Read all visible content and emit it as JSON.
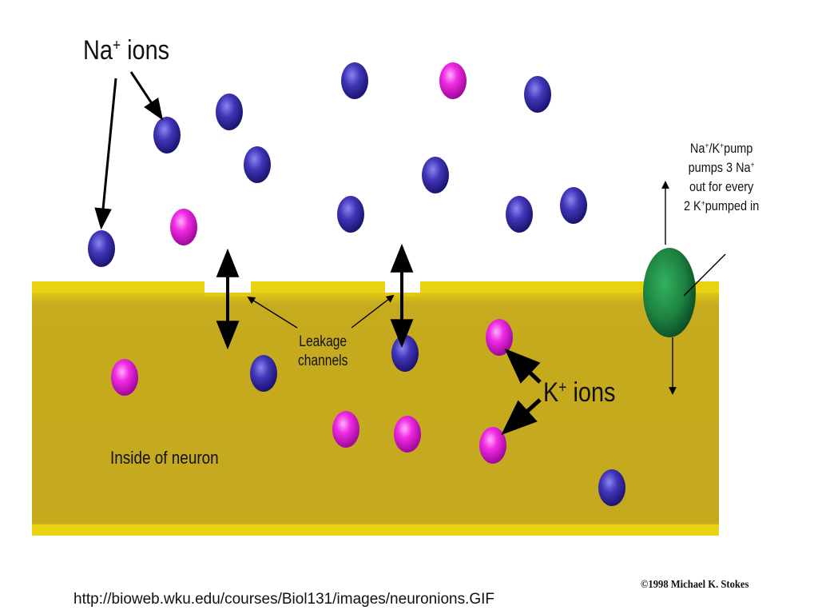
{
  "labels": {
    "na_ions": "Na",
    "na_ions_sup": "+",
    "na_ions_word": "ions",
    "k_ions": "K",
    "k_ions_sup": "+",
    "k_ions_word": "ions",
    "leakage_line1": "Leakage",
    "leakage_line2": "channels",
    "inside": "Inside of neuron",
    "pump": {
      "line1_a": "Na",
      "line1_a_sup": "+",
      "line1_b": "/K",
      "line1_b_sup": "+",
      "line1_c": "pump",
      "line2_a": "pumps 3 Na",
      "line2_a_sup": "+",
      "line3": "out for every",
      "line4_a": "2 K",
      "line4_a_sup": "+",
      "line4_b": "pumped in"
    }
  },
  "source_url": "http://bioweb.wku.edu/courses/Biol131/images/neuronions.GIF",
  "copyright": "©1998  Michael K. Stokes",
  "colors": {
    "membrane": "#c9ad1c",
    "membrane_light": "#e6cc14",
    "na_ion": "#3a2fa8",
    "k_ion": "#e01ad6",
    "pump": "#1d8a45"
  }
}
